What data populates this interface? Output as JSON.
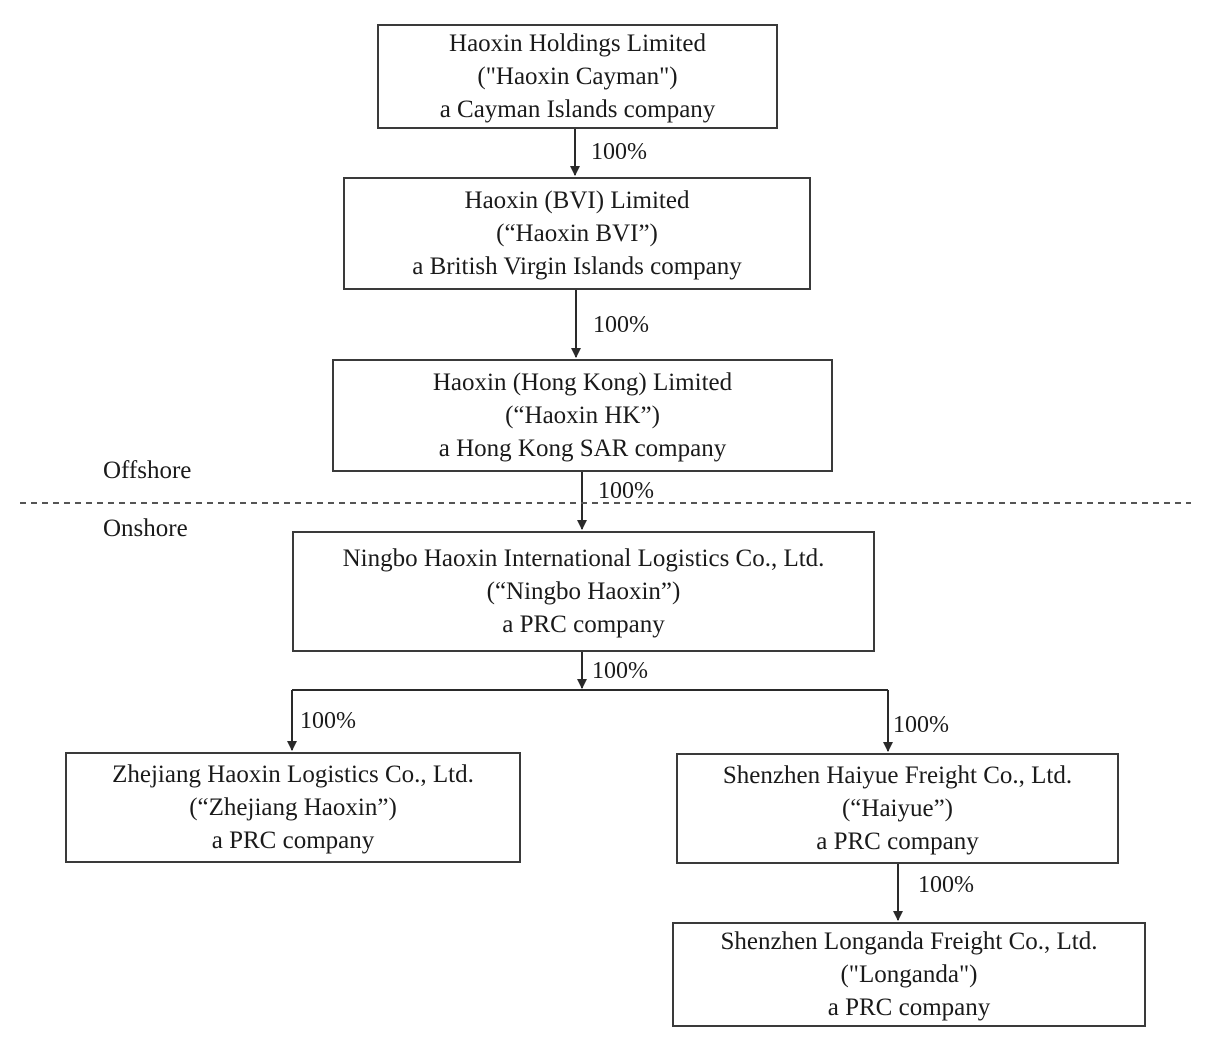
{
  "nodes": {
    "cayman": {
      "name": "Haoxin Holdings Limited",
      "short": "(\"Haoxin Cayman\")",
      "type": "a Cayman Islands company"
    },
    "bvi": {
      "name": "Haoxin (BVI) Limited",
      "short": "(“Haoxin BVI”)",
      "type": "a British Virgin Islands company"
    },
    "hk": {
      "name": "Haoxin (Hong Kong) Limited",
      "short": "(“Haoxin HK”)",
      "type": "a Hong Kong SAR company"
    },
    "ningbo": {
      "name": "Ningbo Haoxin International Logistics Co., Ltd.",
      "short": "(“Ningbo Haoxin”)",
      "type": "a PRC company"
    },
    "zhejiang": {
      "name": "Zhejiang Haoxin Logistics Co., Ltd.",
      "short": "(“Zhejiang Haoxin”)",
      "type": "a PRC company"
    },
    "haiyue": {
      "name": "Shenzhen Haiyue Freight Co., Ltd.",
      "short": "(“Haiyue”)",
      "type": "a PRC company"
    },
    "longanda": {
      "name": "Shenzhen Longanda Freight Co., Ltd.",
      "short": "(\"Longanda\")",
      "type": "a PRC company"
    }
  },
  "ownership": {
    "cayman_bvi": "100%",
    "bvi_hk": "100%",
    "hk_ningbo": "100%",
    "ningbo_branch": "100%",
    "ningbo_zhejiang": "100%",
    "ningbo_haiyue": "100%",
    "haiyue_longanda": "100%"
  },
  "regions": {
    "offshore": "Offshore",
    "onshore": "Onshore"
  }
}
